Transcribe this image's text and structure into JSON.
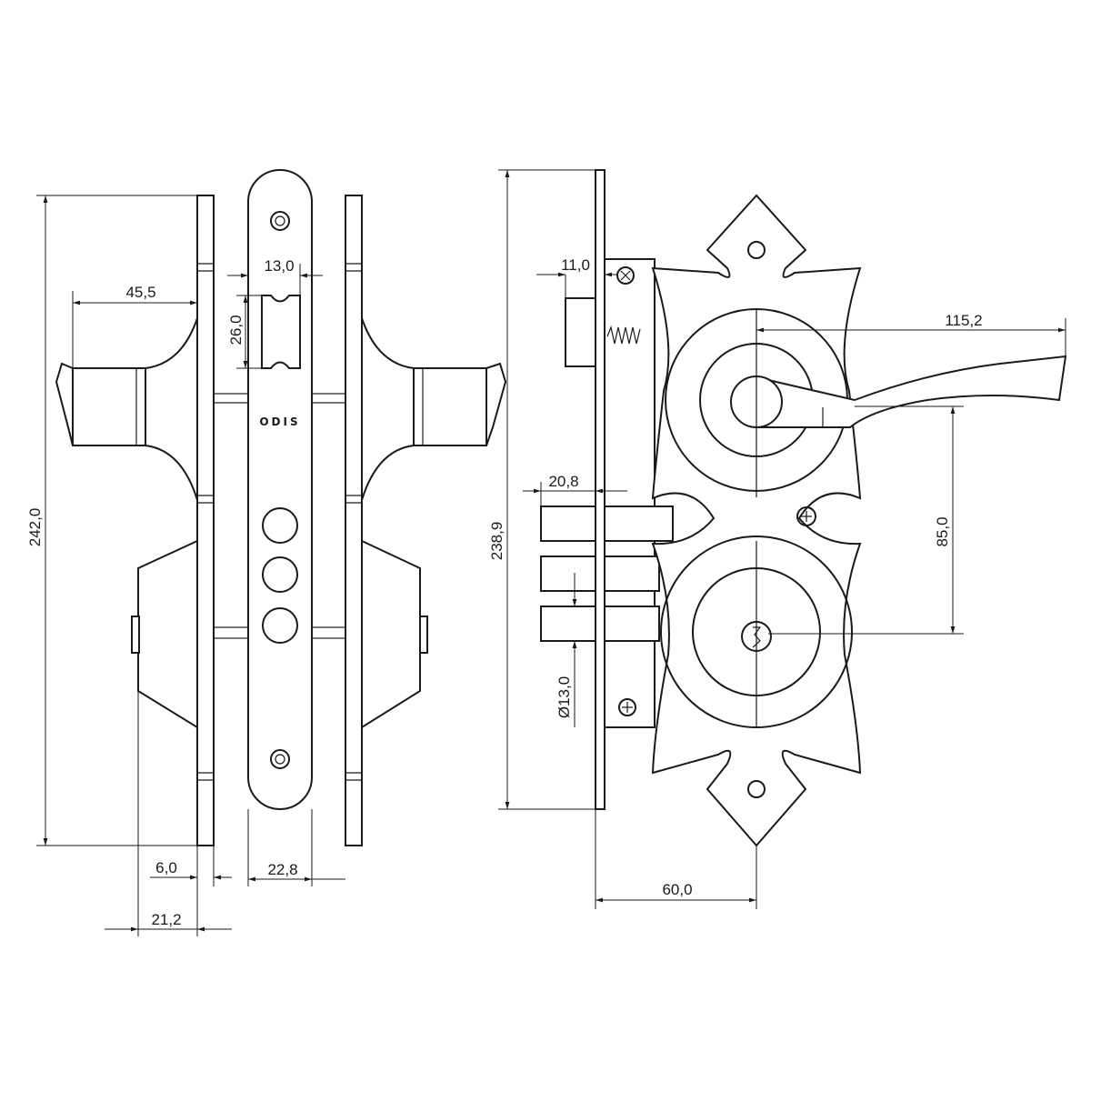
{
  "brand": "ODIS",
  "side_view": {
    "dims": {
      "height": "242,0",
      "lever_projection": "45,5",
      "latch_width": "13,0",
      "latch_height": "26,0",
      "plate_thickness": "6,0",
      "faceplate_width": "22,8",
      "cylinder_projection": "21,2"
    }
  },
  "front_view": {
    "dims": {
      "faceplate_height": "238,9",
      "latch_projection": "11,0",
      "lever_length": "115,2",
      "bolt_projection": "20,8",
      "center_distance": "85,0",
      "bolt_diameter": "Ø13,0",
      "backset": "60,0"
    }
  }
}
